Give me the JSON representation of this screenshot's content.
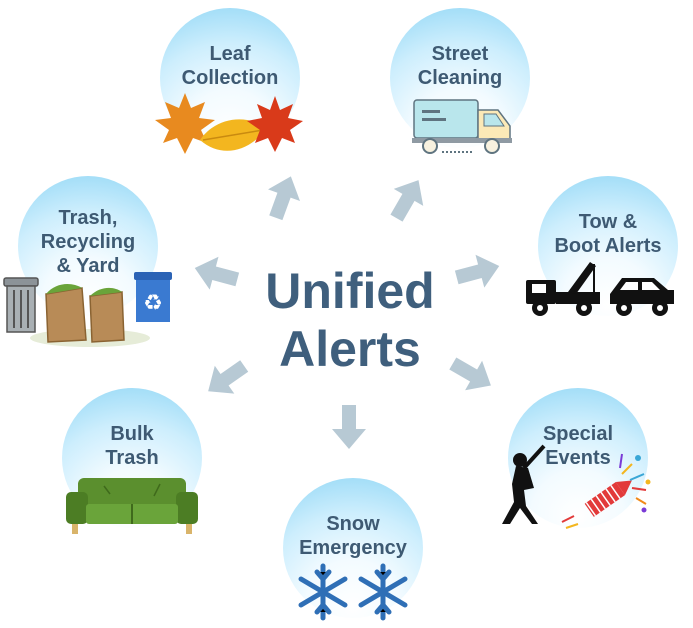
{
  "center": {
    "line1": "Unified",
    "line2": "Alerts"
  },
  "nodes": {
    "leaf": {
      "lines": [
        "Leaf",
        "Collection"
      ],
      "icon": "autumn-leaves-icon"
    },
    "street": {
      "lines": [
        "Street",
        "Cleaning"
      ],
      "icon": "street-sweeper-truck-icon"
    },
    "tow": {
      "lines": [
        "Tow &",
        "Boot Alerts"
      ],
      "icon": "tow-truck-icon"
    },
    "special": {
      "lines": [
        "Special",
        "Events"
      ],
      "icon": "baseball-fireworks-icon"
    },
    "snow": {
      "lines": [
        "Snow",
        "Emergency"
      ],
      "icon": "snowflakes-icon"
    },
    "bulk": {
      "lines": [
        "Bulk",
        "Trash"
      ],
      "icon": "sofa-icon"
    },
    "trash": {
      "lines": [
        "Trash,",
        "Recycling",
        "& Yard"
      ],
      "icon": "trash-recycling-yard-bins-icon"
    }
  },
  "colors": {
    "title": "#3f5f7d",
    "label": "#3e5a73",
    "arrow": "#b7c9d4",
    "bubble_edge": "#8fd6f5"
  }
}
